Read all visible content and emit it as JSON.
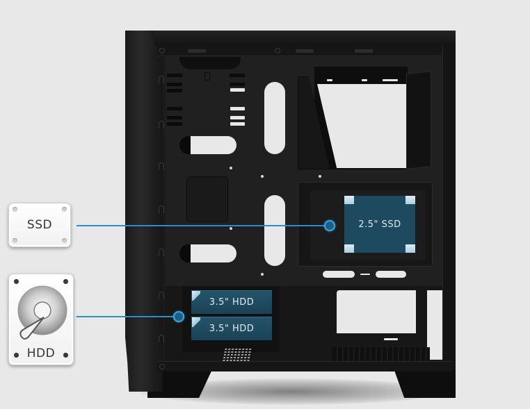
{
  "diagram": {
    "subject": "PC case side view with drive bay locations",
    "colors": {
      "background": "#e8e8e8",
      "case": "#1b1b1b",
      "drive_fill": "#1e4a5f",
      "callout_line": "#2e8cc8",
      "callout_dot": "#1d5e87",
      "callout_ring": "#3ba6e0"
    },
    "legend": [
      {
        "id": "ssd",
        "icon": "ssd-icon",
        "label": "SSD"
      },
      {
        "id": "hdd",
        "icon": "hdd-icon",
        "label": "HDD"
      }
    ],
    "drive_bays": {
      "ssd": [
        {
          "label": "2.5\" SSD"
        }
      ],
      "hdd": [
        {
          "label": "3.5\" HDD"
        },
        {
          "label": "3.5\" HDD"
        }
      ]
    }
  }
}
